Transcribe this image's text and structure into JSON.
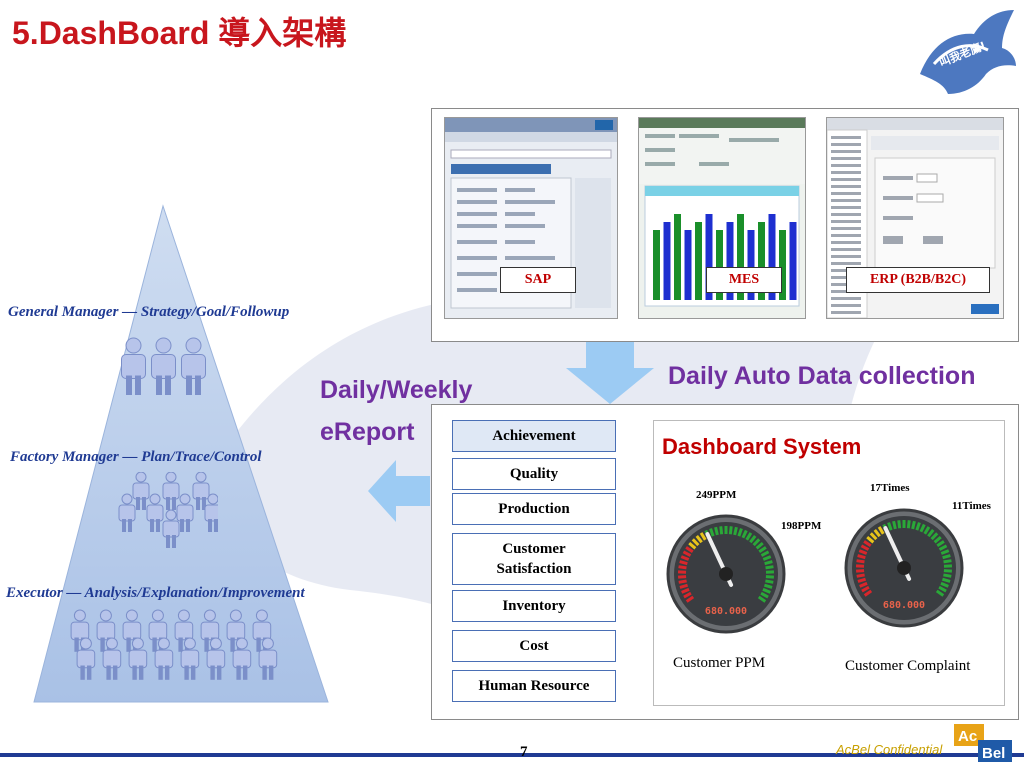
{
  "slide": {
    "title": "5.DashBoard 導入架構",
    "page_number": "7",
    "confidential": "AcBel Confidential",
    "logo_text_top": "Ac",
    "logo_text_bottom": "Bel",
    "eagle_logo_text": "叫我老鷹!"
  },
  "pyramid": {
    "levels": [
      {
        "label": "General Manager — Strategy/Goal/Followup",
        "people_count": 3
      },
      {
        "label": "Factory Manager — Plan/Trace/Control",
        "people_count": 8
      },
      {
        "label": "Executor — Analysis/Explanation/Improvement",
        "people_count": 16
      }
    ]
  },
  "report": {
    "line1": "Daily/Weekly",
    "line2": "eReport"
  },
  "collection": {
    "label": "Daily Auto Data collection"
  },
  "sources": [
    {
      "label": "SAP"
    },
    {
      "label": "MES"
    },
    {
      "label": "ERP (B2B/B2C)"
    }
  ],
  "menu": [
    {
      "label": "Achievement"
    },
    {
      "label": "Quality"
    },
    {
      "label": "Production"
    },
    {
      "label": "Customer Satisfaction"
    },
    {
      "label": "Inventory"
    },
    {
      "label": "Cost"
    },
    {
      "label": "Human Resource"
    }
  ],
  "dashboard": {
    "title": "Dashboard System",
    "gauges": [
      {
        "caption": "Customer PPM",
        "value_top": "249PPM",
        "value_right": "198PPM",
        "odometer": "680.000"
      },
      {
        "caption": "Customer Complaint",
        "value_top": "17Times",
        "value_right": "11Times",
        "odometer": "680.000"
      }
    ]
  },
  "colors": {
    "title_red": "#c8161d",
    "pyramid_blue": "#b8cde8",
    "label_navy": "#1f3a93",
    "accent_purple": "#7030a0",
    "arrow_blue": "#8fc1f0",
    "gauge_green": "#2aa838",
    "gauge_red": "#d9262b"
  }
}
